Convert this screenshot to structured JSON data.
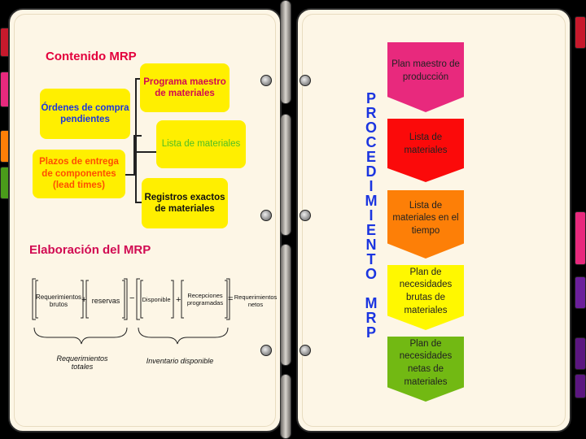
{
  "left_page": {
    "contenido_title": "Contenido MRP",
    "boxes": {
      "ordenes": "Órdenes de compra pendientes",
      "plazos": "Plazos de entrega de componentes (lead times)",
      "programa": "Programa maestro de materiales",
      "lista": "Lista de materiales",
      "registros": "Registros exactos de materiales"
    },
    "elaboracion_title": "Elaboración del MRP",
    "formula": {
      "req_brutos": "Requerimientos brutos",
      "plus1": "+",
      "reservas": "reservas",
      "minus": "−",
      "disponible": "Disponible",
      "plus2": "+",
      "recepciones": "Recepciones programadas",
      "equals": "=",
      "req_netos": "Requerimientos netos",
      "label_totales": "Requerimientos totales",
      "label_inventario": "Inventario disponible"
    }
  },
  "right_page": {
    "vertical_letters_1": [
      "P",
      "R",
      "O",
      "C",
      "E",
      "D",
      "I",
      "M",
      "I",
      "E",
      "N",
      "T",
      "O"
    ],
    "vertical_letters_2": [
      "M",
      "R",
      "P"
    ],
    "steps": [
      {
        "label": "Plan maestro de producción",
        "color": "#e8297d"
      },
      {
        "label": "Lista de materiales",
        "color": "#fb0a0a"
      },
      {
        "label": "Lista de materiales en el tiempo",
        "color": "#fd7f07"
      },
      {
        "label": "Plan de necesidades brutas de materiales",
        "color": "#fff800"
      },
      {
        "label": "Plan de necesidades netas de materiales",
        "color": "#72b913"
      }
    ]
  },
  "colors": {
    "heading_red": "#e3003c",
    "heading_magenta": "#d10a52",
    "green_text": "#4fbf24",
    "orange_text": "#ff4f00",
    "blue_text": "#1b35e0",
    "page_bg": "#fdf6e6"
  }
}
